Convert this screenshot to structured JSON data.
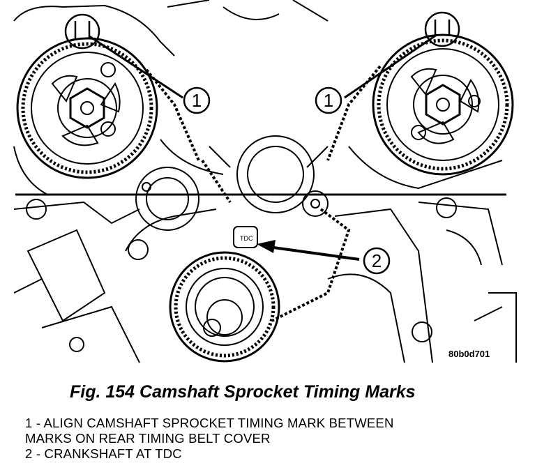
{
  "figure": {
    "callouts": [
      "1",
      "1",
      "2"
    ],
    "label_tdc": "TDC",
    "drawing_code": "80b0d701"
  },
  "caption": "Fig. 154 Camshaft Sprocket Timing Marks",
  "legend": [
    "1 - ALIGN CAMSHAFT SPROCKET TIMING MARK BETWEEN",
    "MARKS ON REAR TIMING BELT COVER",
    "2 - CRANKSHAFT AT TDC"
  ]
}
